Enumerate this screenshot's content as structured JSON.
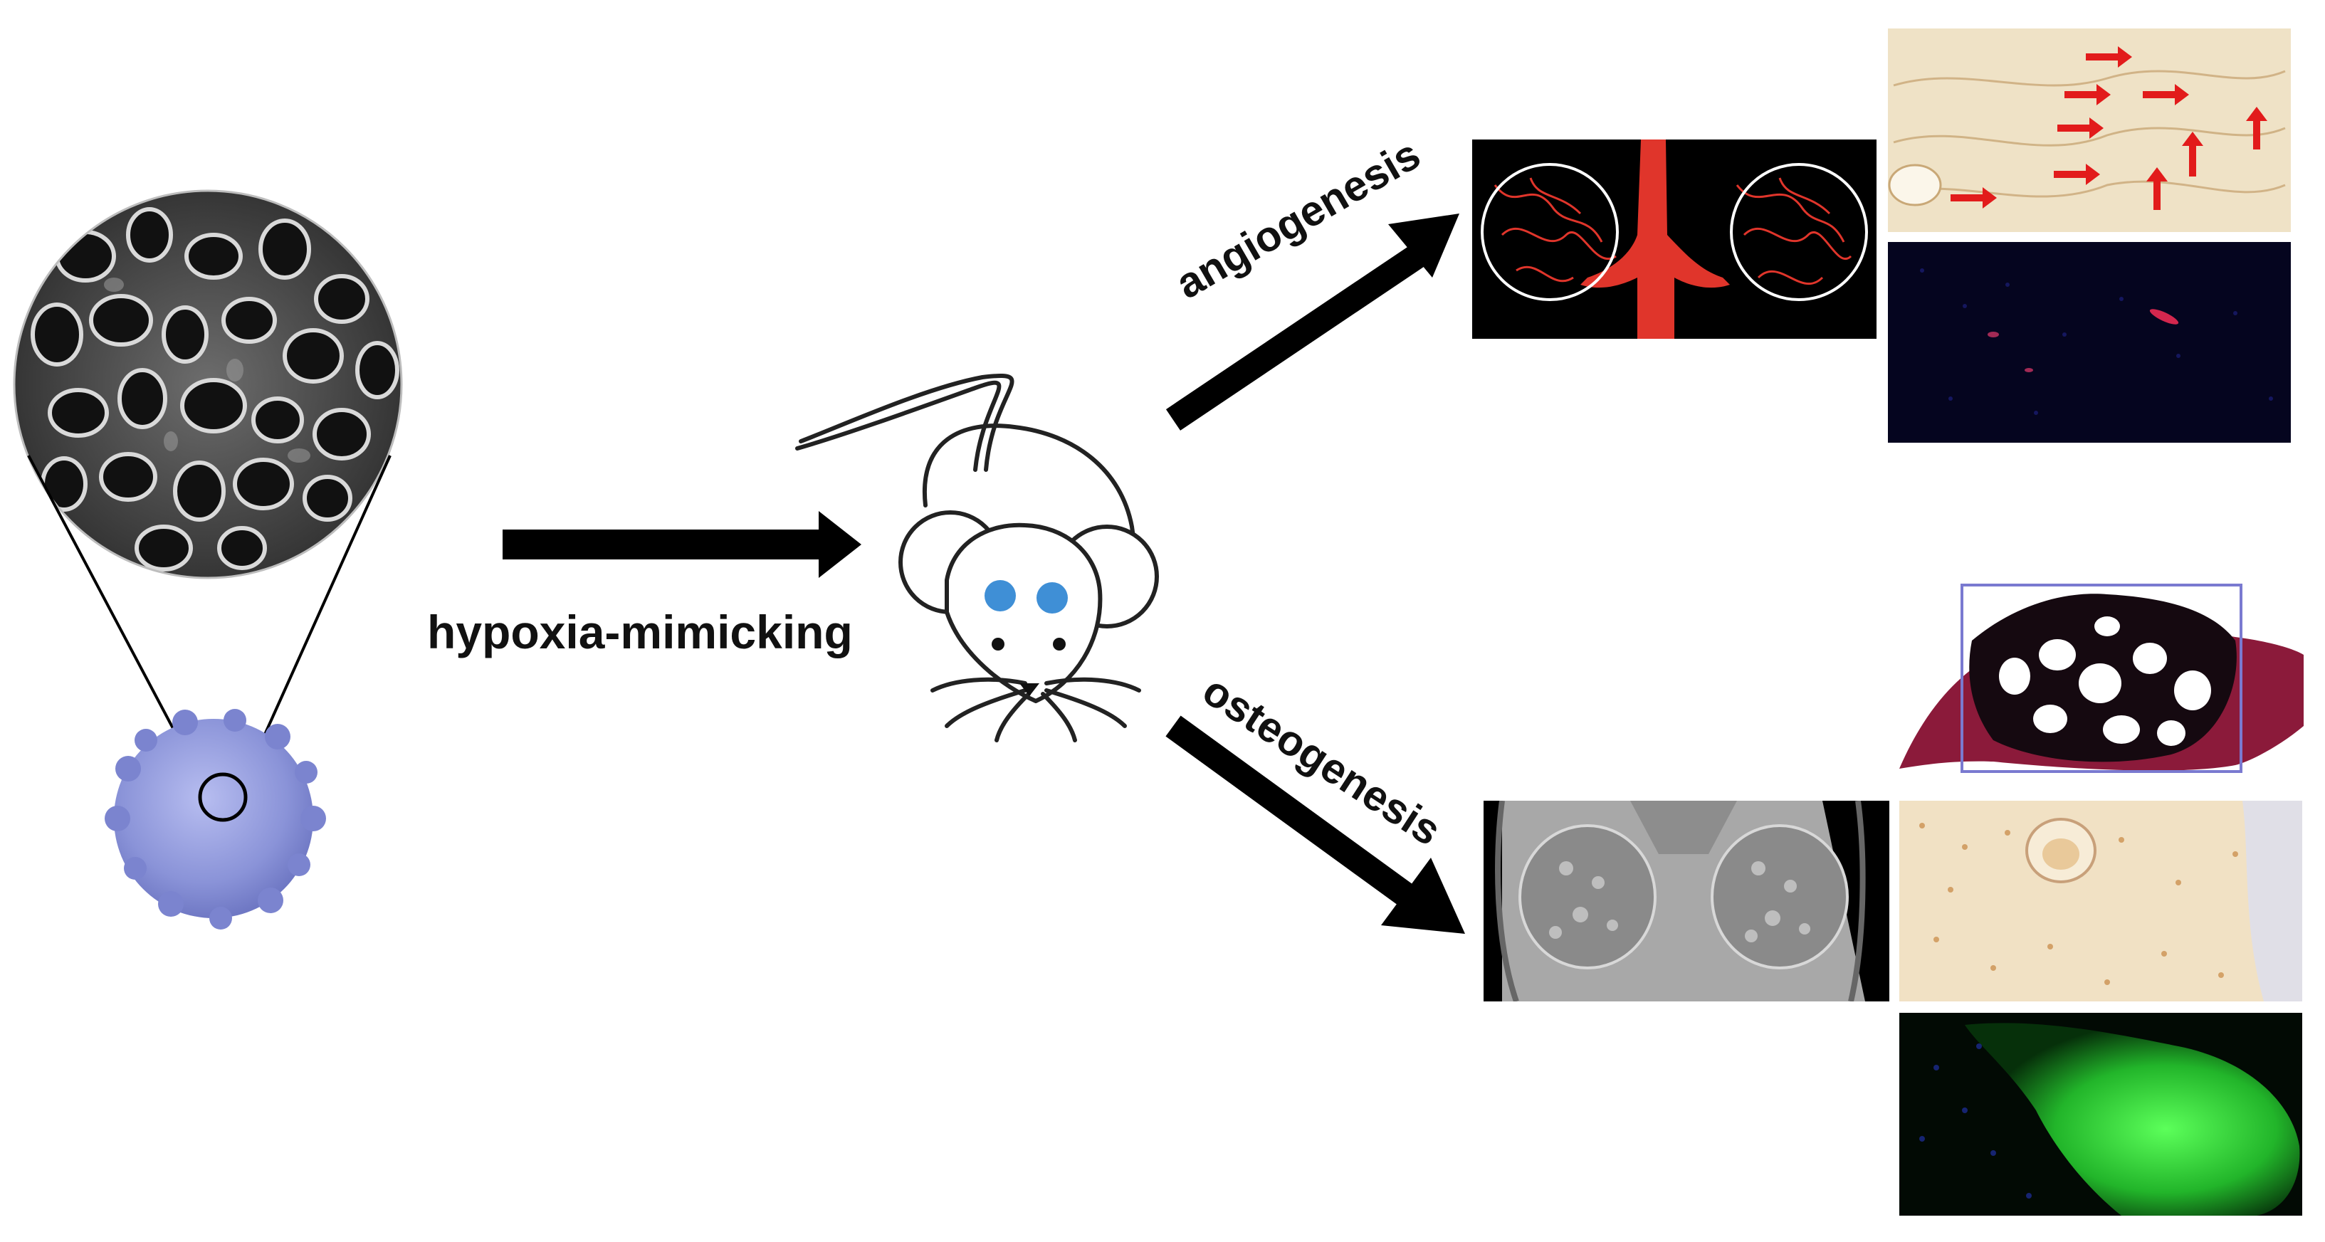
{
  "labels": {
    "hypoxia": "hypoxia-mimicking",
    "angiogenesis": "angiogenesis",
    "osteogenesis": "osteogenesis"
  },
  "icons": {
    "scaffold": "porous-scaffold-sem-icon",
    "mouse": "mouse-icon",
    "arrow": "arrow-right-icon"
  },
  "colors": {
    "scaffold_sphere": "#8a93d8",
    "mouse_eye_blue": "#3f8fd6",
    "arrow": "#000000",
    "vessel_red": "#e0352b",
    "arrow_red": "#e21b1b",
    "stain_green": "#2fd13a",
    "he_pink": "#8b1a3a"
  }
}
